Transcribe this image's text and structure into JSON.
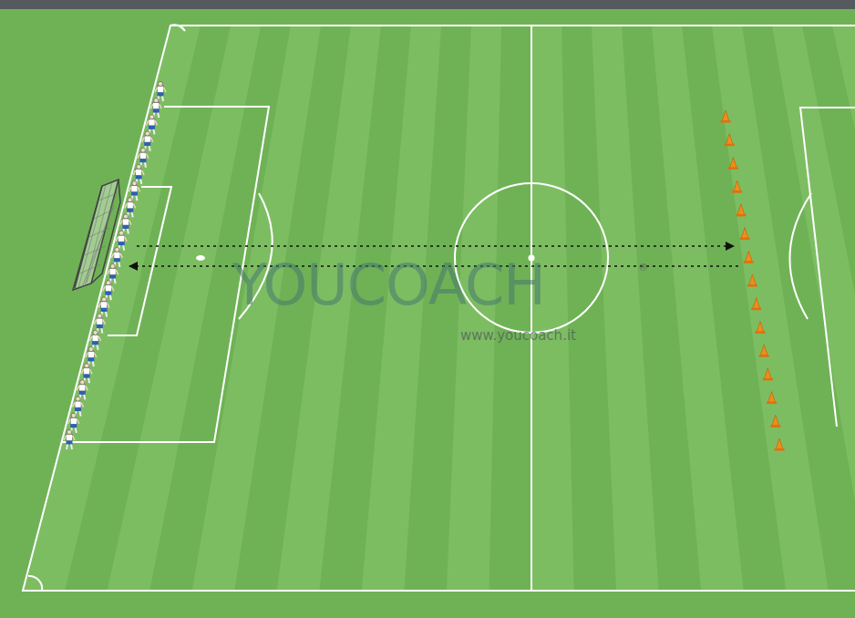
{
  "diagram": {
    "labels": [
      "YOUCOACH",
      "www.youcoach.it",
      "®"
    ]
  }
}
